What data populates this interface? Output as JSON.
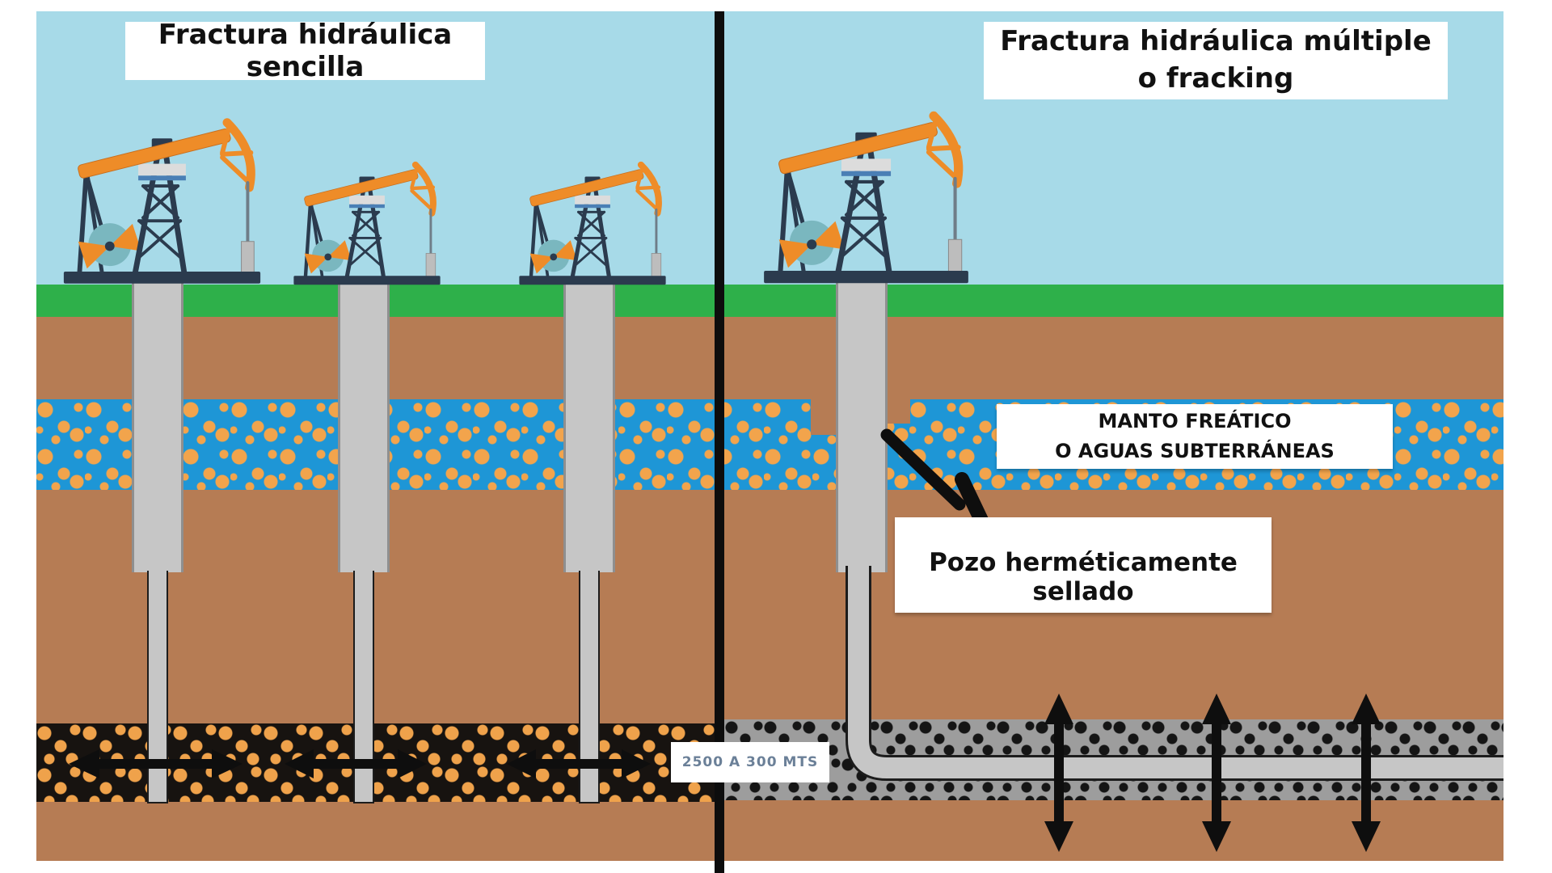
{
  "diagram": {
    "panels": {
      "left_title": "Fractura hidráulica sencilla",
      "right_title": [
        "Fractura hidráulica múltiple",
        "o fracking"
      ]
    },
    "labels": {
      "aquifer": [
        "MANTO FREÁTICO",
        "O AGUAS SUBTERRÁNEAS"
      ],
      "sealed_well": "Pozo herméticamente sellado",
      "depth": "2500 A 300 MTS"
    },
    "colors": {
      "sky": "#a7dae8",
      "grass": "#2eb04a",
      "soil": "#b67c54",
      "water_blue": "#1e96d6",
      "water_dot": "#f2a44c",
      "shale_left_bg": "#171310",
      "shale_left_dot": "#efa24b",
      "shale_right_bg": "#9d9d9d",
      "shale_right_dot": "#151515",
      "pipe_fill": "#c6c6c6",
      "pipe_edge": "#8f8f8f",
      "pump_orange": "#ee8c28",
      "pump_dark": "#2b3b4e",
      "pump_teal": "#7ab7bf",
      "divider": "#0d0d0d",
      "depth_text": "#6b8098",
      "arrow_black": "#0e0e0e"
    }
  }
}
